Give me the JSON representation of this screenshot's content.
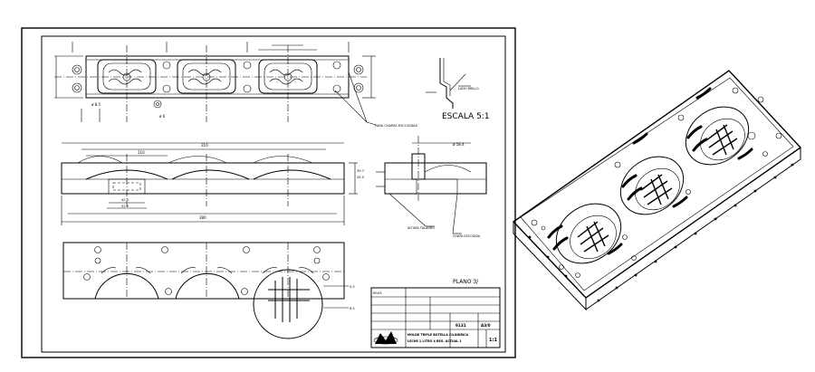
{
  "drawing": {
    "detail_label": "ESCALA 5:1",
    "detail_note": "LADO BRILLO",
    "plan_label": "PLANO 3/",
    "callout_a": "PARA CHAPAS ESCOGIDAS",
    "callout_b": "ALTURA TALADRO",
    "callout_c": "CHAPA ESCOGIDA"
  },
  "title_block": {
    "drawing_number": "9131",
    "sheet_size": "A3/0",
    "title_line1": "MOLDE TRIPLE BOTELLA CILINDRICA",
    "title_line2": "LECHE 1 LITRO 4 REG. ACTUAL 1",
    "scale": "1:1",
    "revision_label": "REVIS."
  },
  "dimensions": {
    "overall_width": "380",
    "inner_width": "310",
    "pitch": "110",
    "height_a": "39.7",
    "height_b": "25.5",
    "dia_section": "ø 58.4",
    "dim_a": "42.5",
    "dim_b": "52.6",
    "dim_c": "5.5",
    "dim_d": "8.5",
    "phi_a": "ø 8.5",
    "phi_b": "ø 6"
  }
}
